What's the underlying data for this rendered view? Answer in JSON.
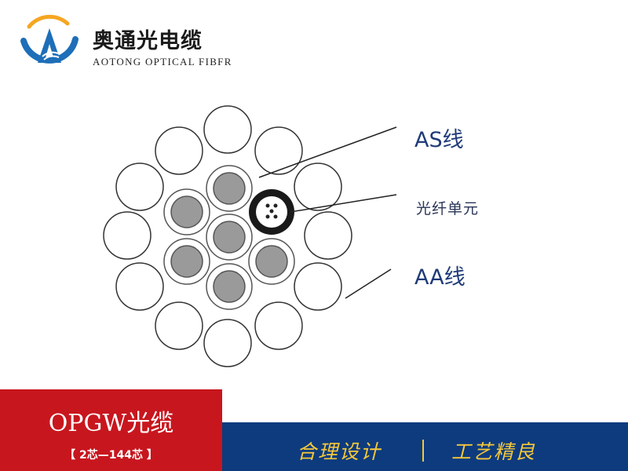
{
  "brand": {
    "name_cn": "奥通光电缆",
    "name_en": "AOTONG OPTICAL FIBFR"
  },
  "diagram": {
    "labels": {
      "as": "AS线",
      "fiber": "光纤单元",
      "aa": "AA线"
    }
  },
  "banner": {
    "title": "OPGW光缆",
    "subtitle": "【 2芯—144芯 】",
    "slogan_1": "合理设计",
    "slogan_2": "工艺精良"
  },
  "colors": {
    "brand_red": "#c8161e",
    "brand_blue": "#0d3b7e",
    "slogan_gold": "#f5c83a",
    "label_blue": "#1f3b78",
    "logo_orange": "#f5a623",
    "logo_blue": "#1e6eb8"
  }
}
